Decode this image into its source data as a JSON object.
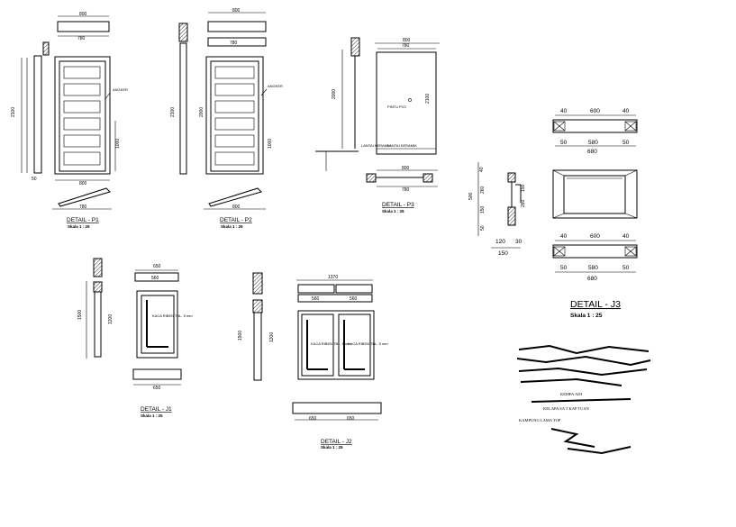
{
  "details": {
    "p1": {
      "title": "DETAIL - P1",
      "scale": "Skala 1 : 25"
    },
    "p2": {
      "title": "DETAIL - P2",
      "scale": "Skala 1 : 25"
    },
    "p3": {
      "title": "DETAIL - P3",
      "scale": "Skala 1 : 25",
      "label": "PINTU PVC"
    },
    "j1": {
      "title": "DETAIL - J1",
      "scale": "Skala 1 : 25",
      "label": "KACA RIBEN TBL. 5 mm"
    },
    "j2": {
      "title": "DETAIL - J2",
      "scale": "Skala 1 : 25",
      "label": "KACA RIBEN TBL. 5 mm"
    },
    "j3": {
      "title": "DETAIL - J3",
      "scale": "Skala  1 : 25"
    }
  },
  "dims": {
    "d800": "800",
    "d780": "780",
    "d600": "600",
    "d580": "580",
    "d680": "680",
    "d40": "40",
    "d50": "50",
    "d100": "100",
    "d2100": "2100",
    "d2000": "2000",
    "d1500": "1500",
    "d1200": "1200",
    "d1000": "1000",
    "d500": "500",
    "d260": "260",
    "d150": "150",
    "d120": "120",
    "d30": "30",
    "d1370": "1370",
    "d650": "650",
    "d560": "560"
  },
  "notes": {
    "angker": "ANGKER",
    "lantai": "LANTAI KERAMIK"
  },
  "title_block": {
    "line1": "KEMPA ADI",
    "line2": "KELAPA SA   T KAP   TUAN",
    "line3": "KAMPUNG LAMA TOP"
  }
}
